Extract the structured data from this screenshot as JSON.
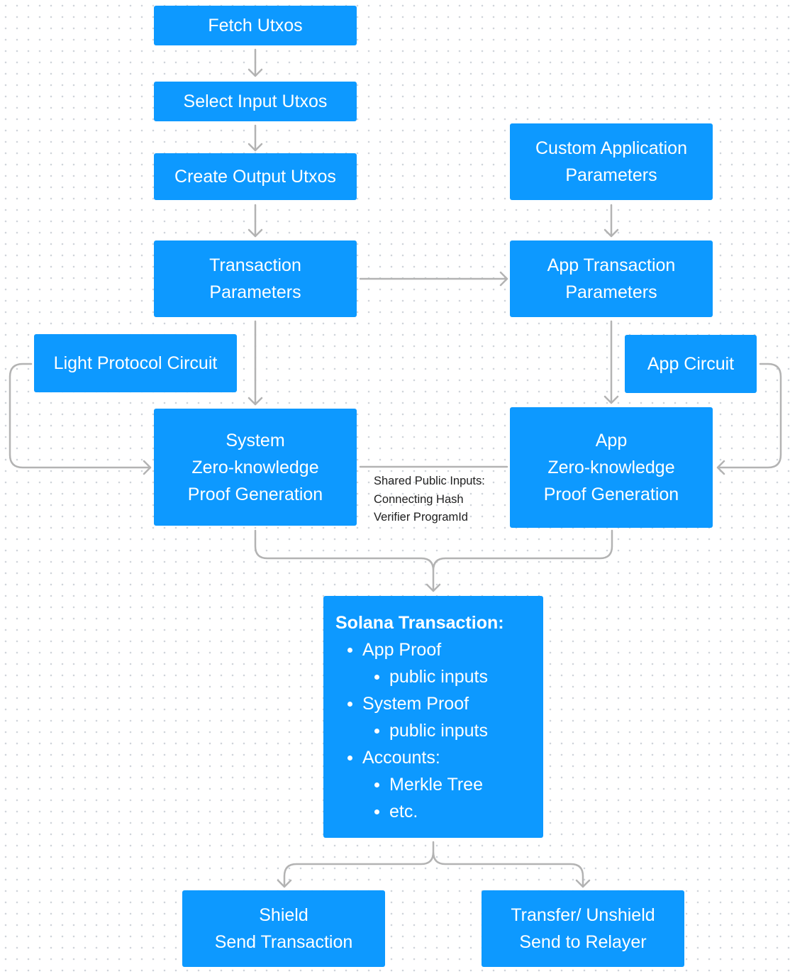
{
  "boxes": {
    "fetch_utxos": [
      "Fetch Utxos"
    ],
    "select_input_utxos": [
      "Select Input Utxos"
    ],
    "create_output_utxos": [
      "Create Output Utxos"
    ],
    "custom_application_parameters": [
      "Custom Application",
      "Parameters"
    ],
    "transaction_parameters": [
      "Transaction",
      "Parameters"
    ],
    "app_transaction_parameters": [
      "App Transaction",
      "Parameters"
    ],
    "light_protocol_circuit": [
      "Light Protocol Circuit"
    ],
    "app_circuit": [
      "App Circuit"
    ],
    "system_zk_proof": [
      "System",
      "Zero-knowledge",
      "Proof Generation"
    ],
    "app_zk_proof": [
      "App",
      "Zero-knowledge",
      "Proof Generation"
    ],
    "shield": [
      "Shield",
      "Send Transaction"
    ],
    "transfer_unshield": [
      "Transfer/ Unshield",
      "Send to Relayer"
    ]
  },
  "shared_inputs": [
    "Shared Public Inputs:",
    "Connecting Hash",
    "Verifier ProgramId"
  ],
  "solana_transaction": {
    "title": "Solana Transaction:",
    "items": [
      {
        "label": "App Proof",
        "subitems": [
          "public inputs"
        ]
      },
      {
        "label": "System Proof",
        "subitems": [
          "public inputs"
        ]
      },
      {
        "label": "Accounts:",
        "subitems": [
          "Merkle Tree",
          "etc."
        ]
      }
    ]
  },
  "colors": {
    "box": "#0d99ff",
    "text": "#ffffff",
    "connector": "#b3b3b3",
    "annotation": "#1e1e1e"
  }
}
